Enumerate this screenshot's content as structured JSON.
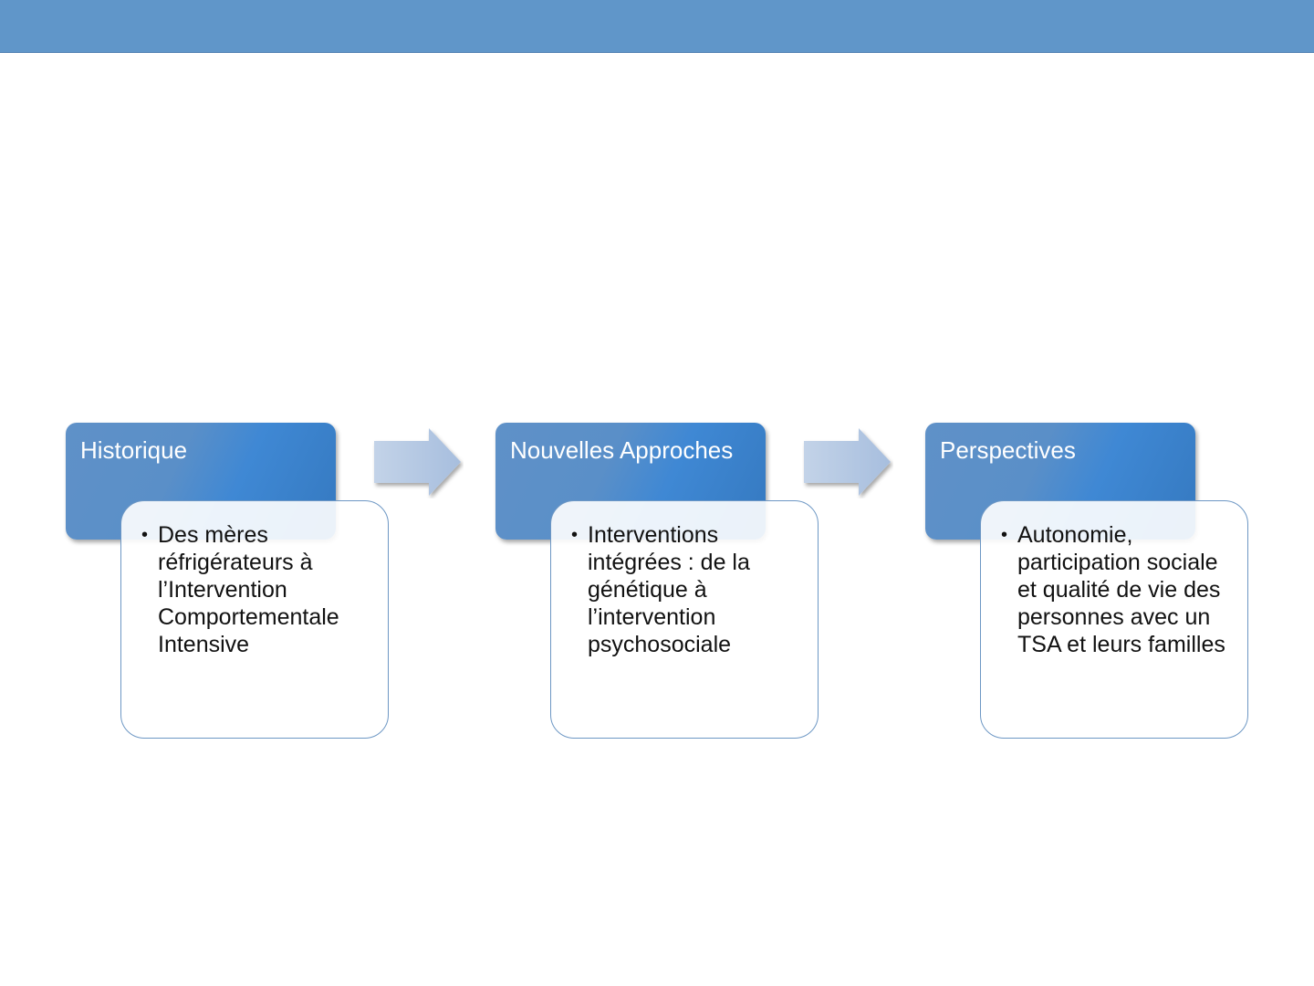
{
  "stages": [
    {
      "title": "Historique",
      "bullet": "Des mères réfrigérateurs à l’Intervention Comportementale Intensive"
    },
    {
      "title": "Nouvelles Approches",
      "bullet": "Interventions intégrées : de la génétique à l’intervention psychosociale"
    },
    {
      "title": "Perspectives",
      "bullet": "Autonomie, participation sociale et qualité de vie des personnes avec un TSA et leurs familles"
    }
  ],
  "colors": {
    "top_bar": "#6096c9",
    "header_blue": "#3f88d4",
    "body_border": "#6d97c4",
    "arrow_fill": "#b4c8e2"
  }
}
